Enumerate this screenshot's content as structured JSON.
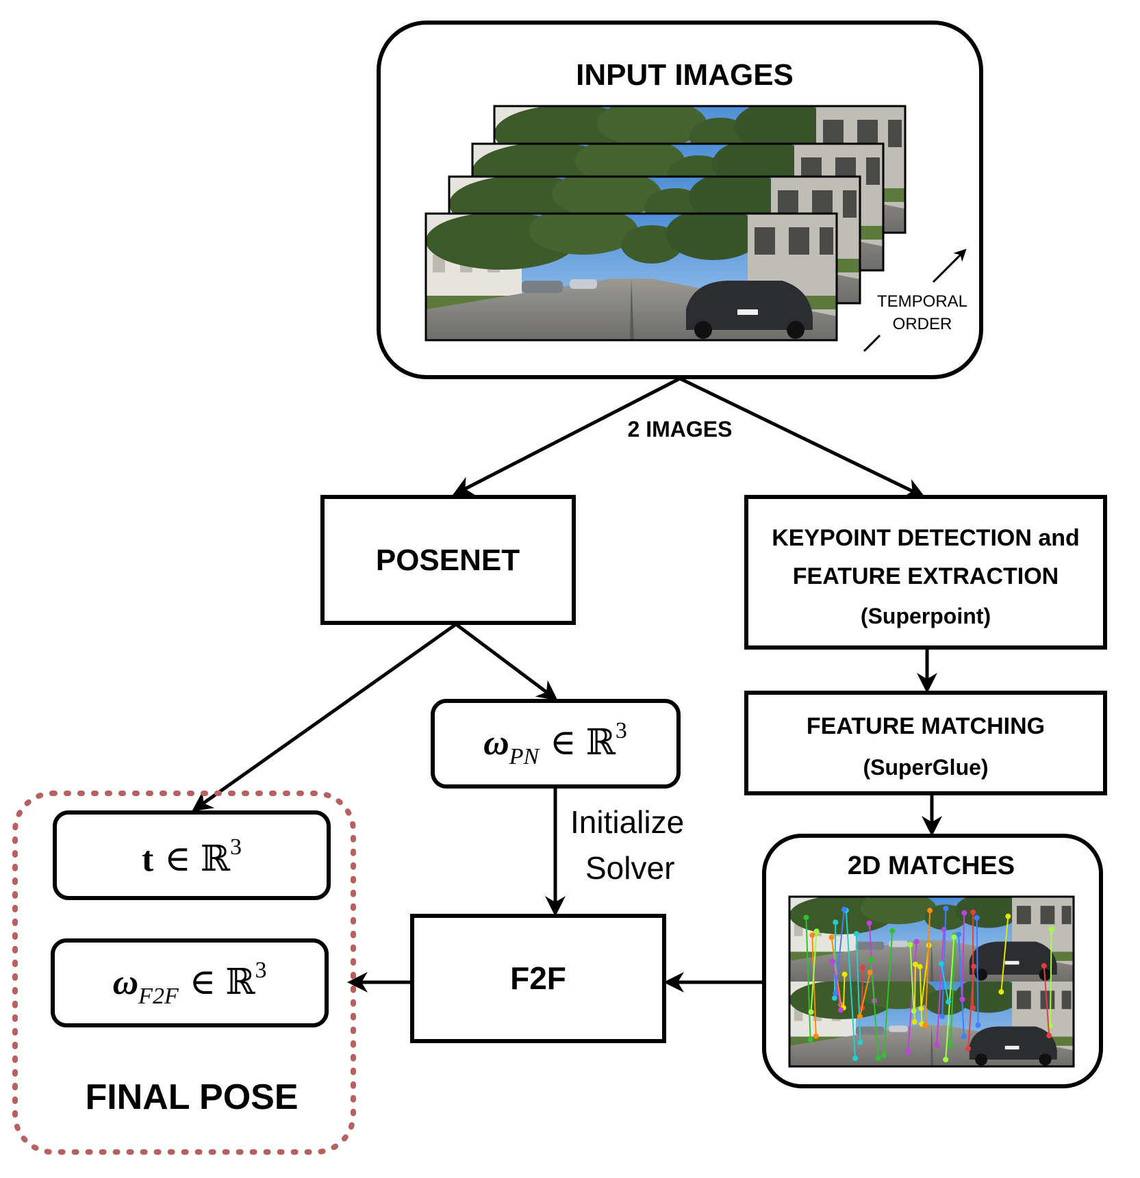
{
  "input_images": {
    "title": "INPUT IMAGES",
    "temporal_line1": "TEMPORAL",
    "temporal_line2": "ORDER"
  },
  "edge_label_two_images": "2 IMAGES",
  "posenet": {
    "label": "POSENET"
  },
  "keypoint": {
    "line1": "KEYPOINT DETECTION and",
    "line2": "FEATURE EXTRACTION",
    "line3": "(Superpoint)"
  },
  "matching": {
    "line1": "FEATURE MATCHING",
    "line2": "(SuperGlue)"
  },
  "matches_2d": {
    "title": "2D MATCHES"
  },
  "omega_pn": {
    "symbol": "ω",
    "sub": "PN",
    "rel": "∈",
    "set": "ℝ",
    "exp": "3"
  },
  "init_solver": {
    "line1": "Initialize",
    "line2": "Solver"
  },
  "f2f": {
    "label": "F2F"
  },
  "t_vec": {
    "symbol": "t",
    "rel": "∈",
    "set": "ℝ",
    "exp": "3"
  },
  "omega_f2f": {
    "symbol": "ω",
    "sub": "F2F",
    "rel": "∈",
    "set": "ℝ",
    "exp": "3"
  },
  "final_pose": {
    "label": "FINAL POSE",
    "color": "#6b1212",
    "border_color": "#b86060"
  },
  "colors": {
    "sky": "#6aa8e6",
    "foliage": "#3f5a2c",
    "road": "#8a8a86",
    "building": "#d8d6cf"
  }
}
